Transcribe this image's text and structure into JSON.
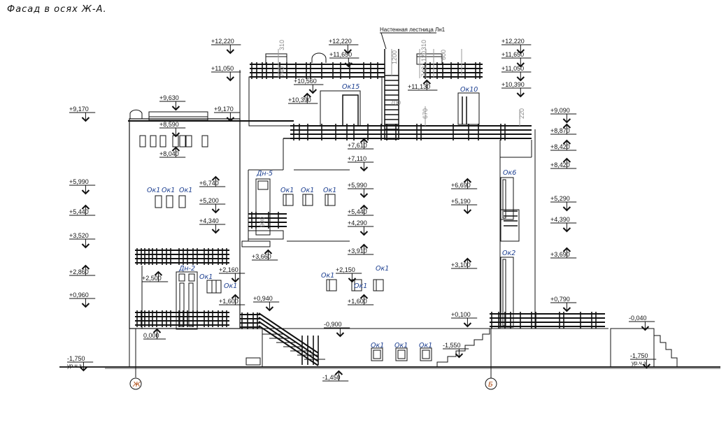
{
  "title": "Фасад в осях Ж-А.",
  "wall_ladder_note": "Настенная лестница Лн1",
  "ground_label": "ур.ч.з.",
  "axes": [
    {
      "id": "axis-zh",
      "label": "Ж"
    },
    {
      "id": "axis-b",
      "label": "Б"
    }
  ],
  "elevations": [
    {
      "value": "+12,220",
      "side": "left-top"
    },
    {
      "value": "+12,220",
      "side": "center-top"
    },
    {
      "value": "+11,650",
      "side": "center"
    },
    {
      "value": "+11,050",
      "side": "left"
    },
    {
      "value": "+10,560",
      "side": "center"
    },
    {
      "value": "+10,390",
      "side": "center"
    },
    {
      "value": "+11,130",
      "side": "ladder"
    },
    {
      "value": "+12,220",
      "side": "right"
    },
    {
      "value": "+11,650",
      "side": "right"
    },
    {
      "value": "+11,050",
      "side": "right"
    },
    {
      "value": "+10,390",
      "side": "right"
    },
    {
      "value": "+9,630",
      "side": "left-block"
    },
    {
      "value": "+9,170",
      "side": "left"
    },
    {
      "value": "+9,170",
      "side": "left-block"
    },
    {
      "value": "+8,590",
      "side": "left-block"
    },
    {
      "value": "+8,040",
      "side": "left-block"
    },
    {
      "value": "+9,090",
      "side": "right"
    },
    {
      "value": "+8,870",
      "side": "right"
    },
    {
      "value": "+8,420",
      "side": "right"
    },
    {
      "value": "+8,420",
      "side": "center"
    },
    {
      "value": "+7,610",
      "side": "right"
    },
    {
      "value": "+7,110",
      "side": "center"
    },
    {
      "value": "+6,740",
      "side": "center-left"
    },
    {
      "value": "+6,690",
      "side": "right-inner"
    },
    {
      "value": "+5,990",
      "side": "left"
    },
    {
      "value": "+5,990",
      "side": "center"
    },
    {
      "value": "+5,440",
      "side": "left"
    },
    {
      "value": "+5,440",
      "side": "center"
    },
    {
      "value": "+5,200",
      "side": "center-left"
    },
    {
      "value": "+5,190",
      "side": "right-inner"
    },
    {
      "value": "+5,290",
      "side": "right"
    },
    {
      "value": "+4,340",
      "side": "center-left"
    },
    {
      "value": "+4,290",
      "side": "center"
    },
    {
      "value": "+4,390",
      "side": "right"
    },
    {
      "value": "+3,520",
      "side": "left"
    },
    {
      "value": "+3,660",
      "side": "center-left"
    },
    {
      "value": "+3,910",
      "side": "center"
    },
    {
      "value": "+3,690",
      "side": "right"
    },
    {
      "value": "+3,100",
      "side": "right-inner"
    },
    {
      "value": "+2,860",
      "side": "left"
    },
    {
      "value": "+2,500",
      "side": "left-inner"
    },
    {
      "value": "+2,160",
      "side": "left-inner"
    },
    {
      "value": "+2,150",
      "side": "center"
    },
    {
      "value": "+1,600",
      "side": "left-inner"
    },
    {
      "value": "+1,600",
      "side": "center"
    },
    {
      "value": "+0,960",
      "side": "left"
    },
    {
      "value": "+0,940",
      "side": "center-left"
    },
    {
      "value": "+0,790",
      "side": "right"
    },
    {
      "value": "+0,100",
      "side": "right-inner"
    },
    {
      "value": "0,000",
      "side": "left-inner"
    },
    {
      "value": "-0,040",
      "side": "right"
    },
    {
      "value": "-0,900",
      "side": "center"
    },
    {
      "value": "-1,450",
      "side": "center"
    },
    {
      "value": "-1,550",
      "side": "center-right"
    },
    {
      "value": "-1,750",
      "side": "left"
    },
    {
      "value": "-1,750",
      "side": "right"
    }
  ],
  "tags": {
    "ok1": "Ок1",
    "ok2": "Ок2",
    "ok6": "Ок6",
    "ok10": "Ок10",
    "ok15": "Ок15",
    "dn5": "Дн-5",
    "dn2": "Дн-2"
  },
  "dimensions": {
    "d310a": "310",
    "d740a": "740",
    "d1200": "1200",
    "d310b": "310",
    "d740b": "740",
    "d120": "120",
    "d600": "600",
    "d700": "700",
    "d670": "670",
    "d220": "220",
    "d900": "900"
  }
}
